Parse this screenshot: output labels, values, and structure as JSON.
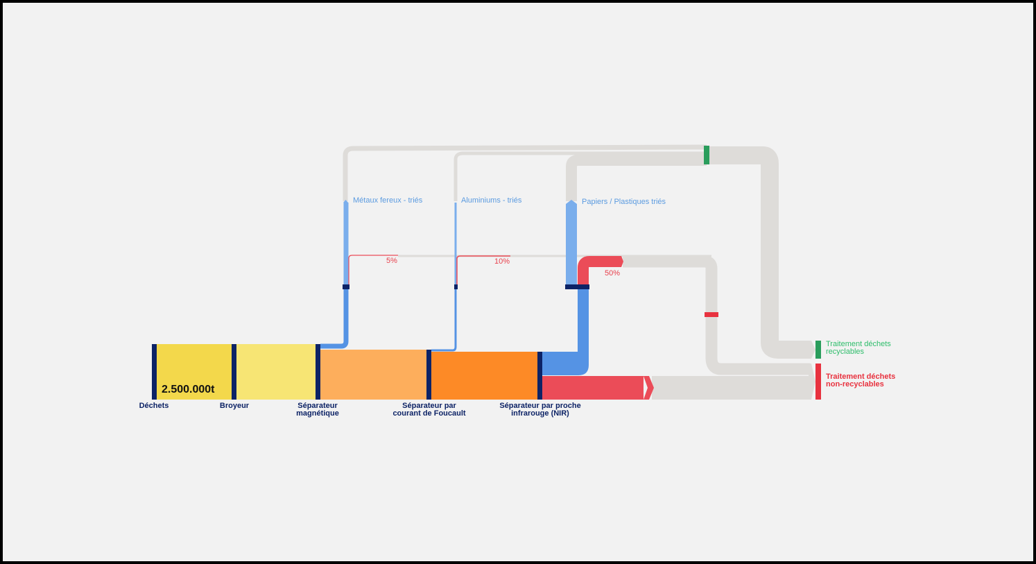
{
  "colors": {
    "yellow_dark": "#f3d84b",
    "yellow_light": "#f7e574",
    "orange_light": "#fdae5c",
    "orange": "#fd8a26",
    "blue": "#5593e4",
    "blue_light": "#7aaeec",
    "red": "#eb4c58",
    "grey_flow": "#dedcd9",
    "node_dark": "#0d2366",
    "green": "#2a9d5c",
    "red_node": "#e8323f"
  },
  "total": {
    "label": "2.500.000t"
  },
  "stages": [
    {
      "label": "Déchets"
    },
    {
      "label": "Broyeur"
    },
    {
      "label": "Séparateur\nmagnétique"
    },
    {
      "label": "Séparateur par\ncourant de Foucault"
    },
    {
      "label": "Séparateur par proche\ninfrarouge (NIR)"
    }
  ],
  "branches": [
    {
      "label": "Métaux fereux - triés",
      "reject_pct": "5%"
    },
    {
      "label": "Aluminiums - triés",
      "reject_pct": "10%"
    },
    {
      "label": "Papiers / Plastiques triés",
      "reject_pct": "50%"
    }
  ],
  "outputs": [
    {
      "label": "Traitement déchets\nrecyclables",
      "color": "#2ebd6b"
    },
    {
      "label": "Traitement déchets\nnon-recyclables",
      "color": "#e8323f"
    }
  ]
}
